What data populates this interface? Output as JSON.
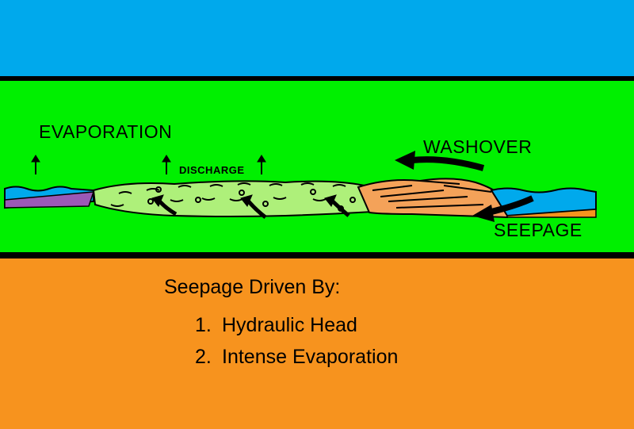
{
  "colors": {
    "sky": "#00a9ec",
    "panel": "#00f000",
    "ground": "#f7931e",
    "water": "#00a9ec",
    "lagoon": "#aef07a",
    "bedrock": "#9b59b6",
    "dune": "#f4a259"
  },
  "diagram": {
    "labels": {
      "evaporation": "EVAPORATION",
      "discharge": "DISCHARGE",
      "washover": "WASHOVER",
      "seepage": "SEEPAGE"
    }
  },
  "notes": {
    "title": "Seepage Driven By:",
    "items": [
      {
        "number": "1.",
        "text": "Hydraulic Head"
      },
      {
        "number": "2.",
        "text": "Intense Evaporation"
      }
    ]
  }
}
